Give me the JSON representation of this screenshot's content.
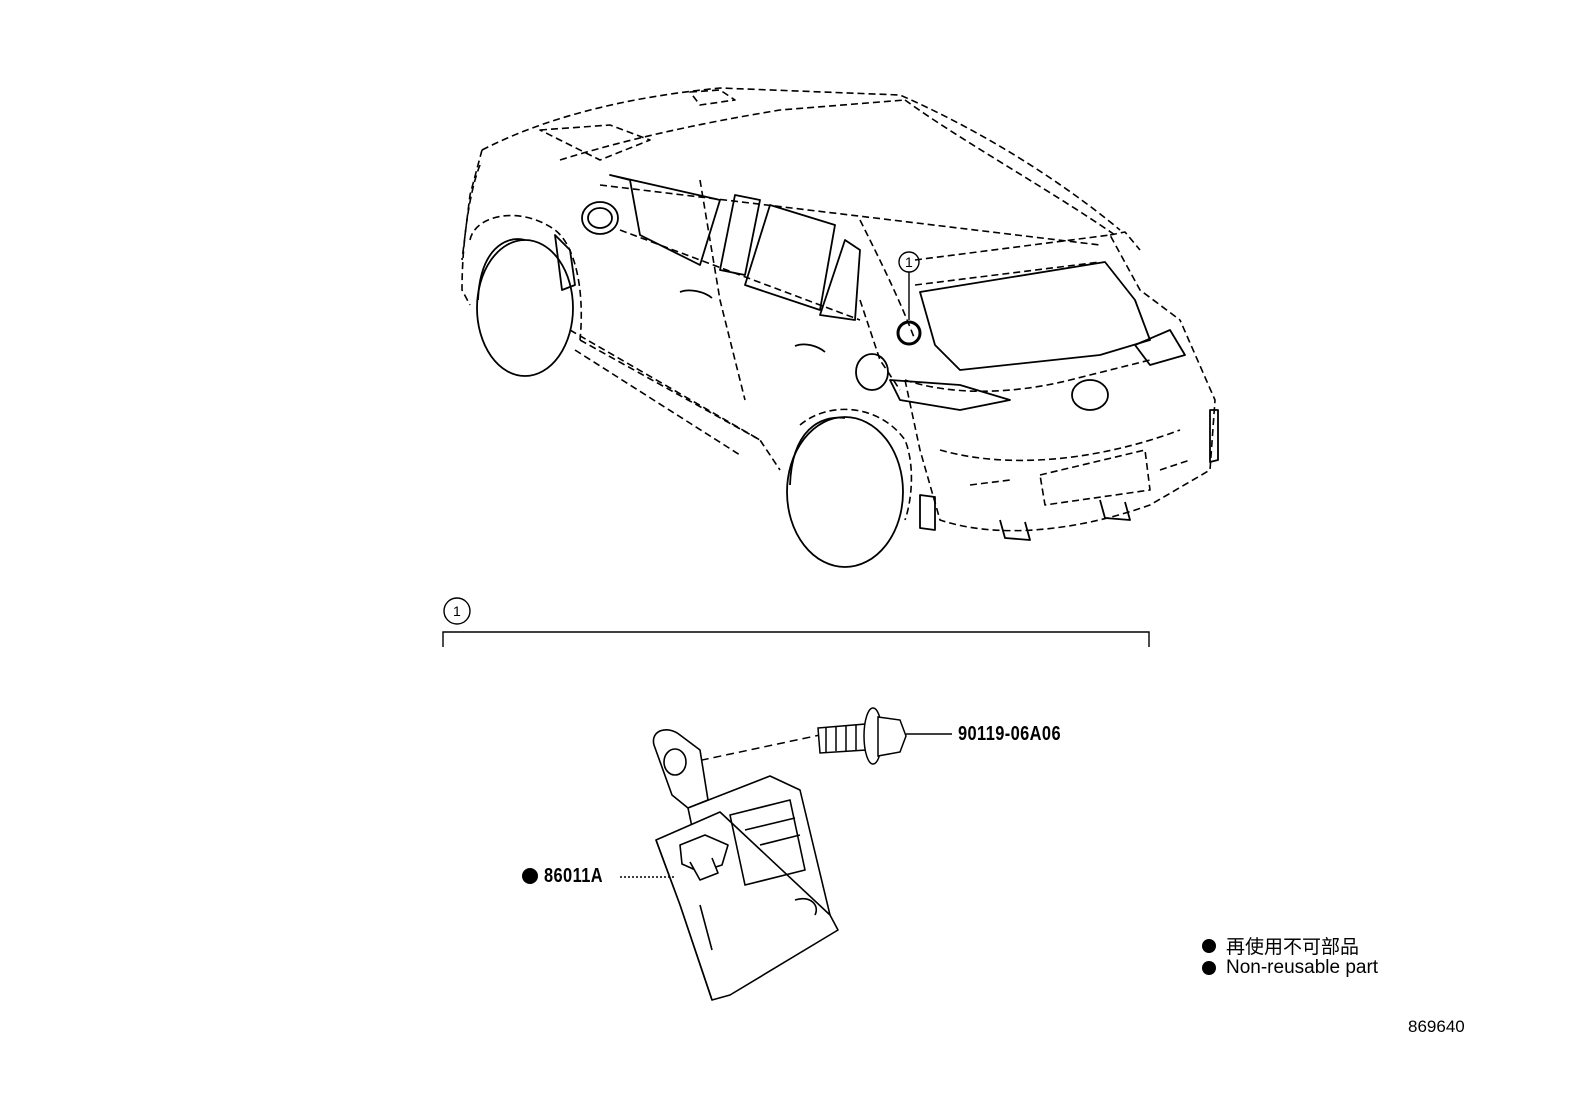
{
  "callout": {
    "number": "1"
  },
  "group": {
    "number": "1"
  },
  "parts": [
    {
      "number": "90119-06A06"
    },
    {
      "number": "86011A",
      "non_reusable": true
    }
  ],
  "legend": [
    {
      "text": "再使用不可部品"
    },
    {
      "text": "Non-reusable part"
    }
  ],
  "figure_number": "869640"
}
